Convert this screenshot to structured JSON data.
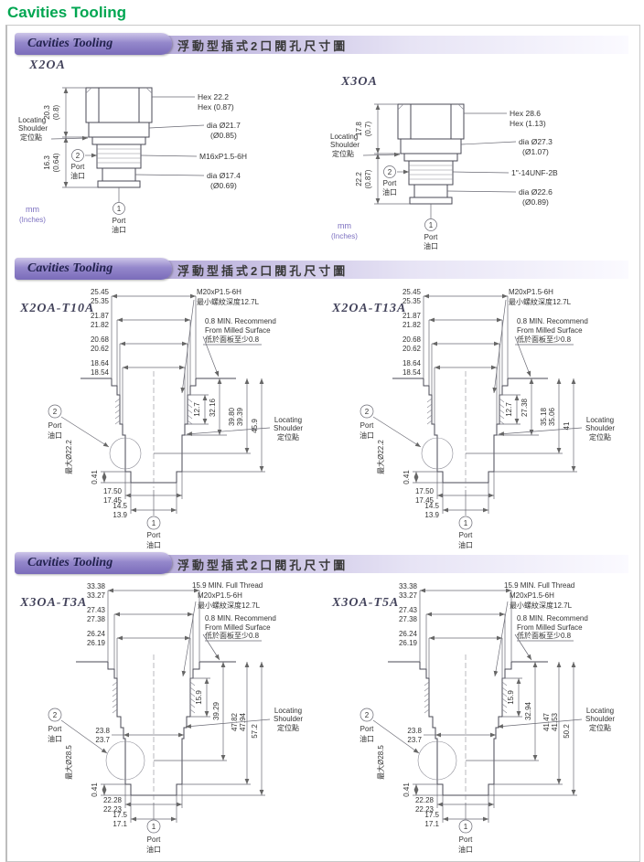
{
  "page_title": "Cavities Tooling",
  "banner": {
    "en": "Cavities Tooling",
    "cn": "浮動型插式2口閥孔尺寸圖"
  },
  "colors": {
    "title_green": "#00a651",
    "banner_purple": "#9487cb",
    "units_purple": "#7b6fc0"
  },
  "figures1": [
    {
      "title": "X2OA",
      "hex_mm": "Hex 22.2",
      "hex_in": "Hex (0.87)",
      "dia_top_mm": "dia Ø21.7",
      "dia_top_in": "(Ø0.85)",
      "thread": "M16xP1.5-6H",
      "dia_bot_mm": "dia Ø17.4",
      "dia_bot_in": "(Ø0.69)",
      "len_top_mm": "20.3",
      "len_top_in": "(0.8)",
      "len_bot_mm": "16.3",
      "len_bot_in": "(0.64)",
      "loc1": "Locating",
      "loc2": "Shoulder",
      "loc3": "定位點",
      "port_num2": "2",
      "port_num1": "1",
      "port_en": "Port",
      "port_cn": "油口",
      "units1": "mm",
      "units2": "(Inches)"
    },
    {
      "title": "X3OA",
      "hex_mm": "Hex 28.6",
      "hex_in": "Hex (1.13)",
      "dia_top_mm": "dia Ø27.3",
      "dia_top_in": "(Ø1.07)",
      "thread": "1\"-14UNF-2B",
      "dia_bot_mm": "dia Ø22.6",
      "dia_bot_in": "(Ø0.89)",
      "len_top_mm": "17.8",
      "len_top_in": "(0.7)",
      "len_bot_mm": "22.2",
      "len_bot_in": "(0.87)",
      "loc1": "Locating",
      "loc2": "Shoulder",
      "loc3": "定位點",
      "port_num2": "2",
      "port_num1": "1",
      "port_en": "Port",
      "port_cn": "油口",
      "units1": "mm",
      "units2": "(Inches)"
    }
  ],
  "figures2": [
    {
      "title": "X2OA-T10A",
      "w1a": "25.45",
      "w1b": "25.35",
      "w2a": "21.87",
      "w2b": "21.82",
      "w3a": "20.68",
      "w3b": "20.62",
      "w4a": "18.64",
      "w4b": "18.54",
      "thread1": "M20xP1.5-6H",
      "thread2": "最小螺紋深度12.7L",
      "rec1": "0.8 MIN. Recommend",
      "rec2": "From Milled Surface",
      "rec3": "低於面板至少0.8",
      "loc1": "Locating",
      "loc2": "Shoulder",
      "loc3": "定位點",
      "d1": "12.7",
      "d2": "32.16",
      "d3a": "39.80",
      "d3b": "39.39",
      "d4": "45.9",
      "maxdia": "最大Ø22.2",
      "chamfer": "0.41",
      "w5a": "17.50",
      "w5b": "17.45",
      "w6a": "14.5",
      "w6b": "13.9",
      "port_num2": "2",
      "port_num1": "1",
      "port_en": "Port",
      "port_cn": "油口"
    },
    {
      "title": "X2OA-T13A",
      "w1a": "25.45",
      "w1b": "25.35",
      "w2a": "21.87",
      "w2b": "21.82",
      "w3a": "20.68",
      "w3b": "20.62",
      "w4a": "18.64",
      "w4b": "18.54",
      "thread1": "M20xP1.5-6H",
      "thread2": "最小螺紋深度12.7L",
      "rec1": "0.8 MIN. Recommend",
      "rec2": "From Milled Surface",
      "rec3": "低於面板至少0.8",
      "loc1": "Locating",
      "loc2": "Shoulder",
      "loc3": "定位點",
      "d1": "12.7",
      "d2": "27.38",
      "d3a": "35.18",
      "d3b": "35.06",
      "d4": "41",
      "maxdia": "最大Ø22.2",
      "chamfer": "0.41",
      "w5a": "17.50",
      "w5b": "17.45",
      "w6a": "14.5",
      "w6b": "13.9",
      "port_num2": "2",
      "port_num1": "1",
      "port_en": "Port",
      "port_cn": "油口"
    }
  ],
  "figures3": [
    {
      "title": "X3OA-T3A",
      "w1a": "33.38",
      "w1b": "33.27",
      "w2a": "27.43",
      "w2b": "27.38",
      "w3a": "26.24",
      "w3b": "26.19",
      "wma": "23.8",
      "wmb": "23.7",
      "full_thread": "15.9 MIN. Full Thread",
      "thread1": "M20xP1.5-6H",
      "thread2": "最小螺紋深度12.7L",
      "rec1": "0.8 MIN. Recommend",
      "rec2": "From Milled Surface",
      "rec3": "低於面板至少0.8",
      "loc1": "Locating",
      "loc2": "Shoulder",
      "loc3": "定位點",
      "d1": "15.9",
      "d2": "39.29",
      "d3a": "47.82",
      "d3b": "47.94",
      "d4": "57.2",
      "maxdia": "最大Ø28.5",
      "chamfer": "0.41",
      "w5a": "22.28",
      "w5b": "22.23",
      "w6a": "17.5",
      "w6b": "17.1",
      "port_num2": "2",
      "port_num1": "1",
      "port_en": "Port",
      "port_cn": "油口"
    },
    {
      "title": "X3OA-T5A",
      "w1a": "33.38",
      "w1b": "33.27",
      "w2a": "27.43",
      "w2b": "27.38",
      "w3a": "26.24",
      "w3b": "26.19",
      "wma": "23.8",
      "wmb": "23.7",
      "full_thread": "15.9 MIN. Full Thread",
      "thread1": "M20xP1.5-6H",
      "thread2": "最小螺紋深度12.7L",
      "rec1": "0.8 MIN. Recommend",
      "rec2": "From Milled Surface",
      "rec3": "低於面板至少0.8",
      "loc1": "Locating",
      "loc2": "Shoulder",
      "loc3": "定位點",
      "d1": "15.9",
      "d2": "32.94",
      "d3a": "41.47",
      "d3b": "41.53",
      "d4": "50.2",
      "maxdia": "最大Ø28.5",
      "chamfer": "0.41",
      "w5a": "22.28",
      "w5b": "22.23",
      "w6a": "17.5",
      "w6b": "17.1",
      "port_num2": "2",
      "port_num1": "1",
      "port_en": "Port",
      "port_cn": "油口"
    }
  ]
}
